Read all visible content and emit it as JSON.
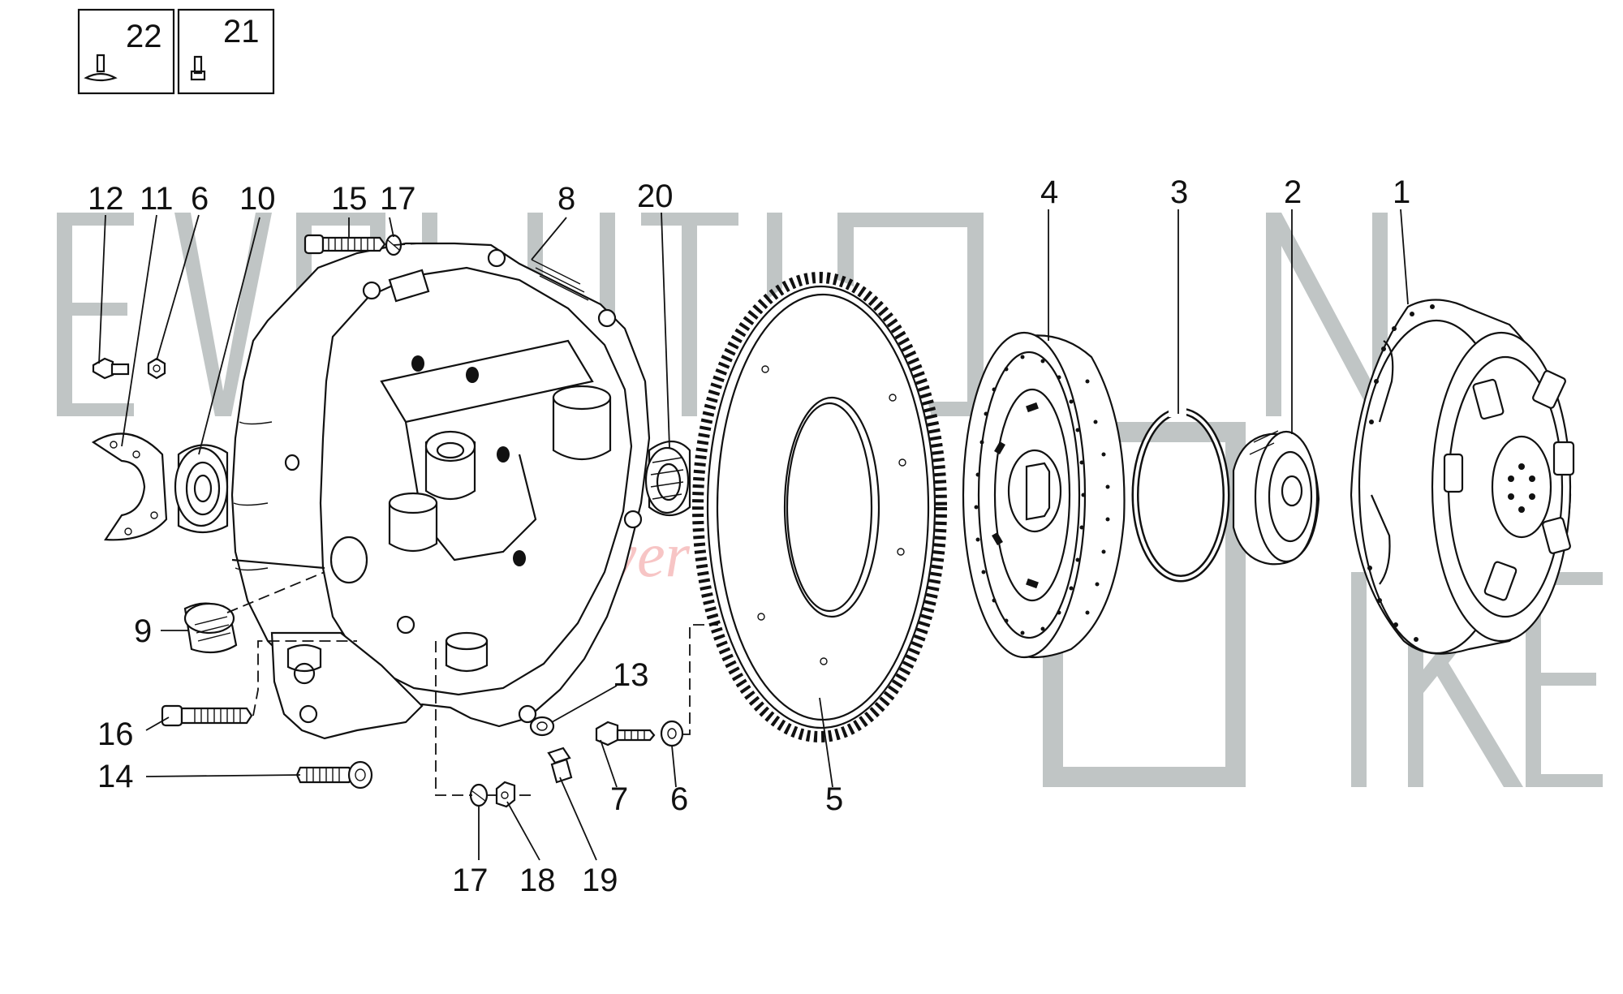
{
  "legend": [
    {
      "number": "22",
      "icon": "flange-screw-icon"
    },
    {
      "number": "21",
      "icon": "screw-icon"
    }
  ],
  "callouts": {
    "c1": "1",
    "c2": "2",
    "c3": "3",
    "c4": "4",
    "c5": "5",
    "c6a": "6",
    "c6b": "6",
    "c7": "7",
    "c8": "8",
    "c9": "9",
    "c10": "10",
    "c11": "11",
    "c12": "12",
    "c13": "13",
    "c14": "14",
    "c15": "15",
    "c16": "16",
    "c17a": "17",
    "c17b": "17",
    "c18": "18",
    "c19": "19",
    "c20": "20"
  },
  "watermark": {
    "brand_top": "EVOLUTION",
    "brand_bottom": "BIKE",
    "tagline": "ride the power"
  },
  "colors": {
    "linework": "#111111",
    "watermark_gray": "#8c9696",
    "watermark_red": "#f09696"
  }
}
